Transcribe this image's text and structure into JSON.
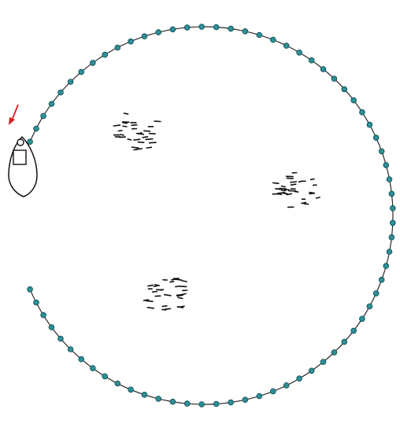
{
  "colors": {
    "background": "#ffffff",
    "net_line": "#2a2a2a",
    "float": "#2f8f96",
    "float_outline": "#0d4a4f",
    "arrow": "#d42020",
    "boat_outline": "#111111",
    "fish": "#111111"
  },
  "icons": {
    "boat": "boat-icon",
    "arrow": "arrow-icon",
    "fish": "fish-school-icon",
    "float": "float-icon"
  },
  "diagram": {
    "net_floats": 72,
    "fish_schools": 3,
    "fish_per_school": 30
  }
}
